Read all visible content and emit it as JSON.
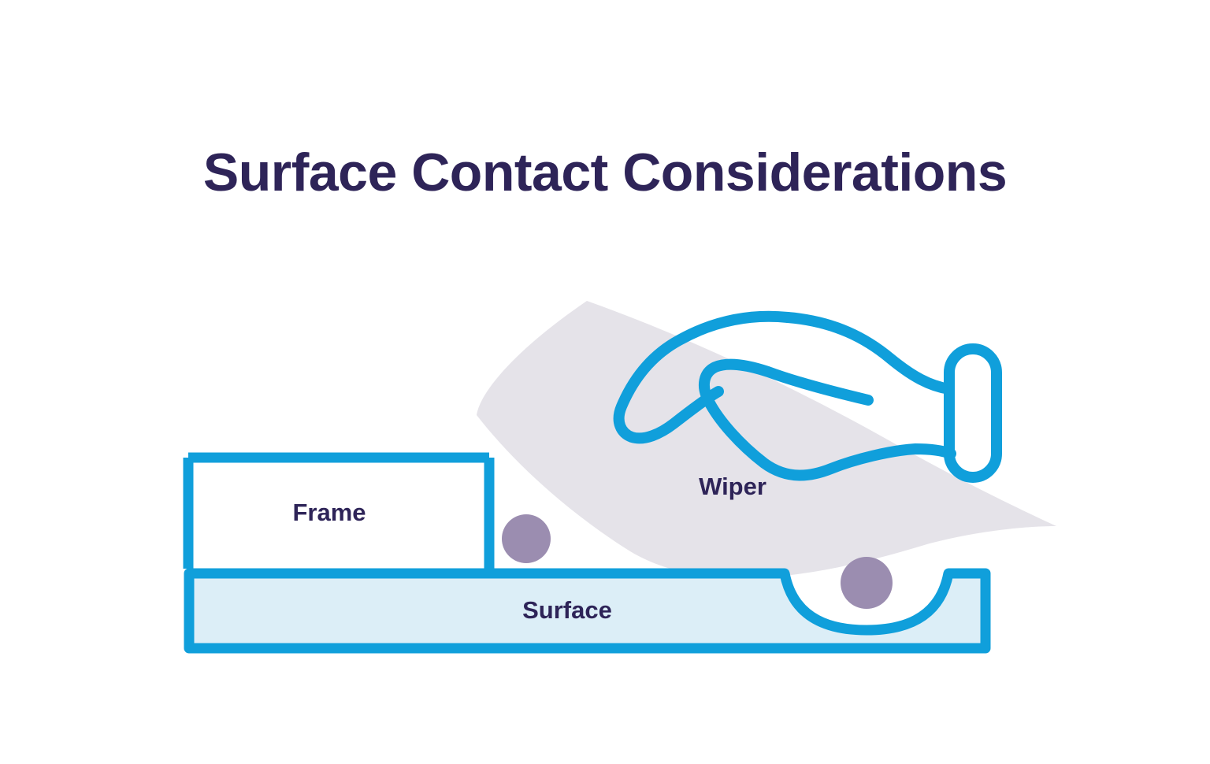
{
  "slide": {
    "title": "Surface Contact Considerations",
    "background_color": "#FFFFFF"
  },
  "palette": {
    "title_color": "#2E2458",
    "accent_blue": "#109FDB",
    "surface_fill": "#DCEEF7",
    "wiper_fill": "#E5E3E9",
    "particle_purple": "#9B8DB0",
    "label_color": "#2E2458"
  },
  "diagram": {
    "name": "surface-contact-cross-section",
    "labels": {
      "frame": "Frame",
      "surface": "Surface",
      "wiper": "Wiper"
    },
    "elements": [
      {
        "id": "frame",
        "label": "Frame",
        "kind": "outline-box",
        "stroke_color": "#109FDB",
        "fill": "none"
      },
      {
        "id": "surface",
        "label": "Surface",
        "kind": "filled-box-with-dip",
        "stroke_color": "#109FDB",
        "fill_color": "#DCEEF7"
      },
      {
        "id": "wiper-cloth",
        "label": "Wiper",
        "kind": "cloth",
        "fill_color": "#E5E3E9"
      },
      {
        "id": "hand",
        "label": "",
        "kind": "line-art-hand",
        "stroke_color": "#109FDB"
      },
      {
        "id": "particle-frame-gap",
        "label": "",
        "kind": "circle",
        "fill_color": "#9B8DB0"
      },
      {
        "id": "particle-surface-dip",
        "label": "",
        "kind": "circle",
        "fill_color": "#9B8DB0"
      }
    ]
  }
}
